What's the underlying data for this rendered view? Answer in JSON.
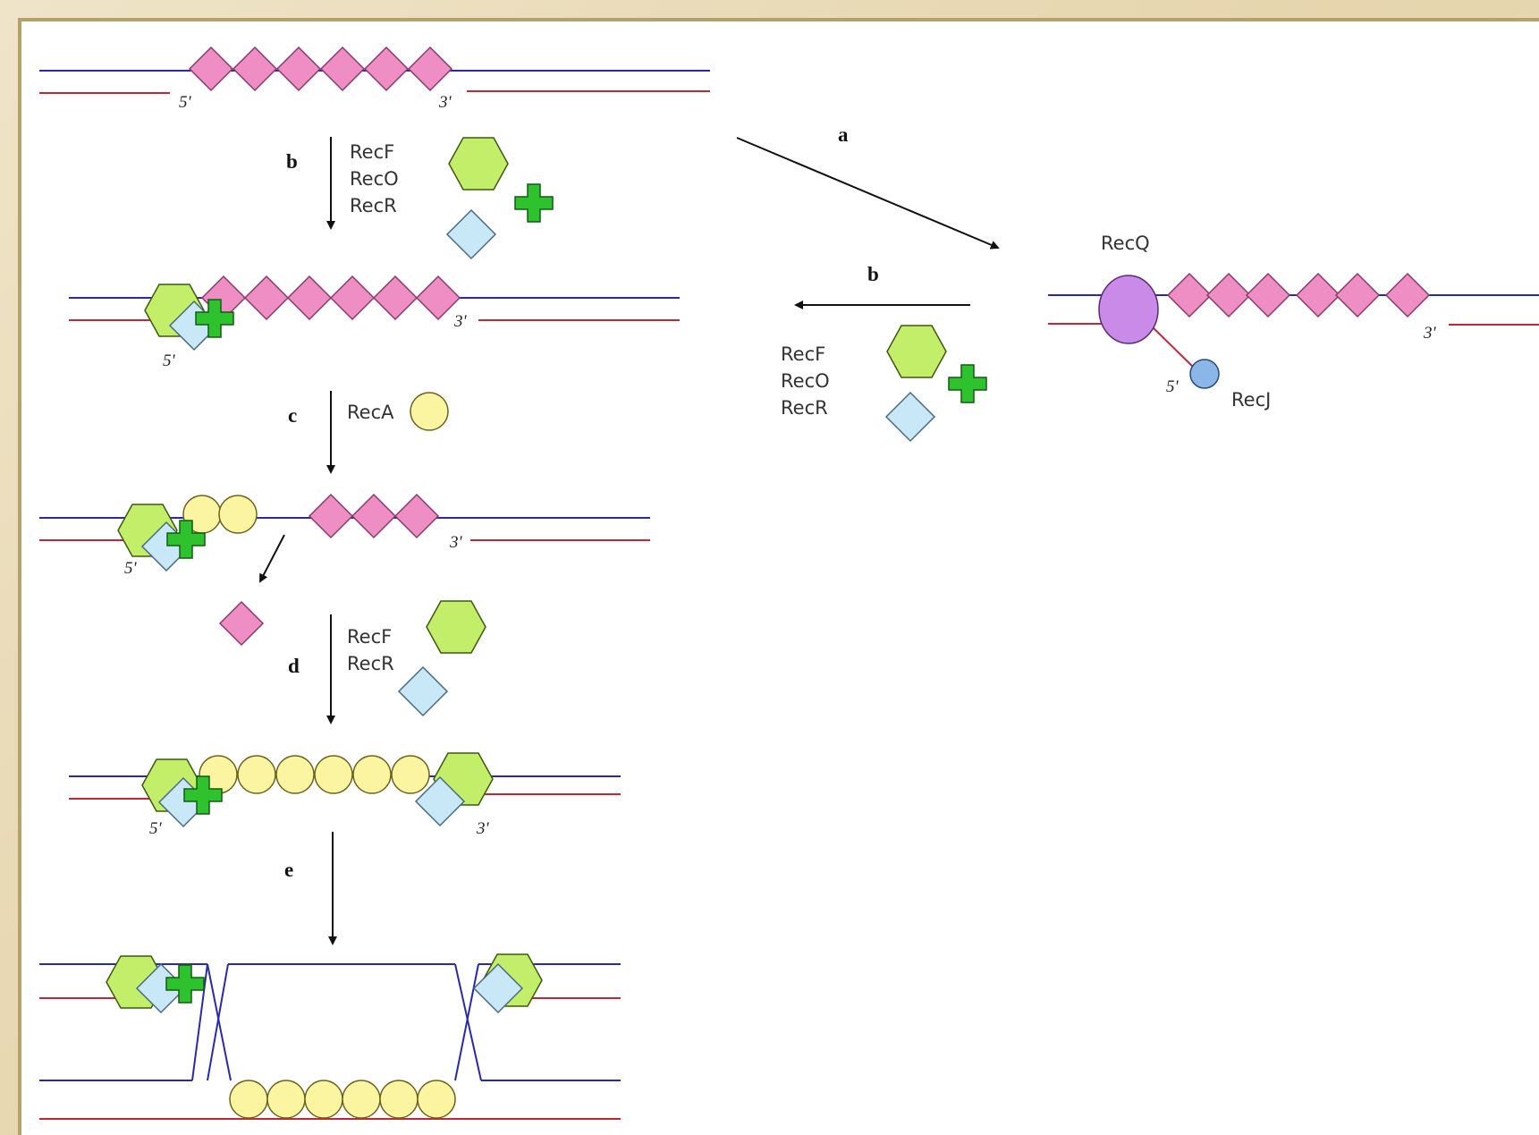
{
  "steps": {
    "a": "a",
    "b": "b",
    "c": "c",
    "d": "d",
    "e": "e"
  },
  "proteins": {
    "recF": "RecF",
    "recO": "RecO",
    "recR": "RecR",
    "recA": "RecA",
    "recQ": "RecQ",
    "recJ": "RecJ"
  },
  "ends": {
    "five_prime": "5'",
    "three_prime": "3'"
  },
  "colors": {
    "strand_top": "#2a2aa8",
    "strand_bottom": "#c0283a",
    "ssb": "#ee8ec4",
    "recF": "#c3ee6a",
    "recO": "#2fc22f",
    "recR": "#c9e8f7",
    "recA": "#fbf4a0",
    "recQ": "#c98ae8",
    "recJ": "#8ab7e8"
  }
}
